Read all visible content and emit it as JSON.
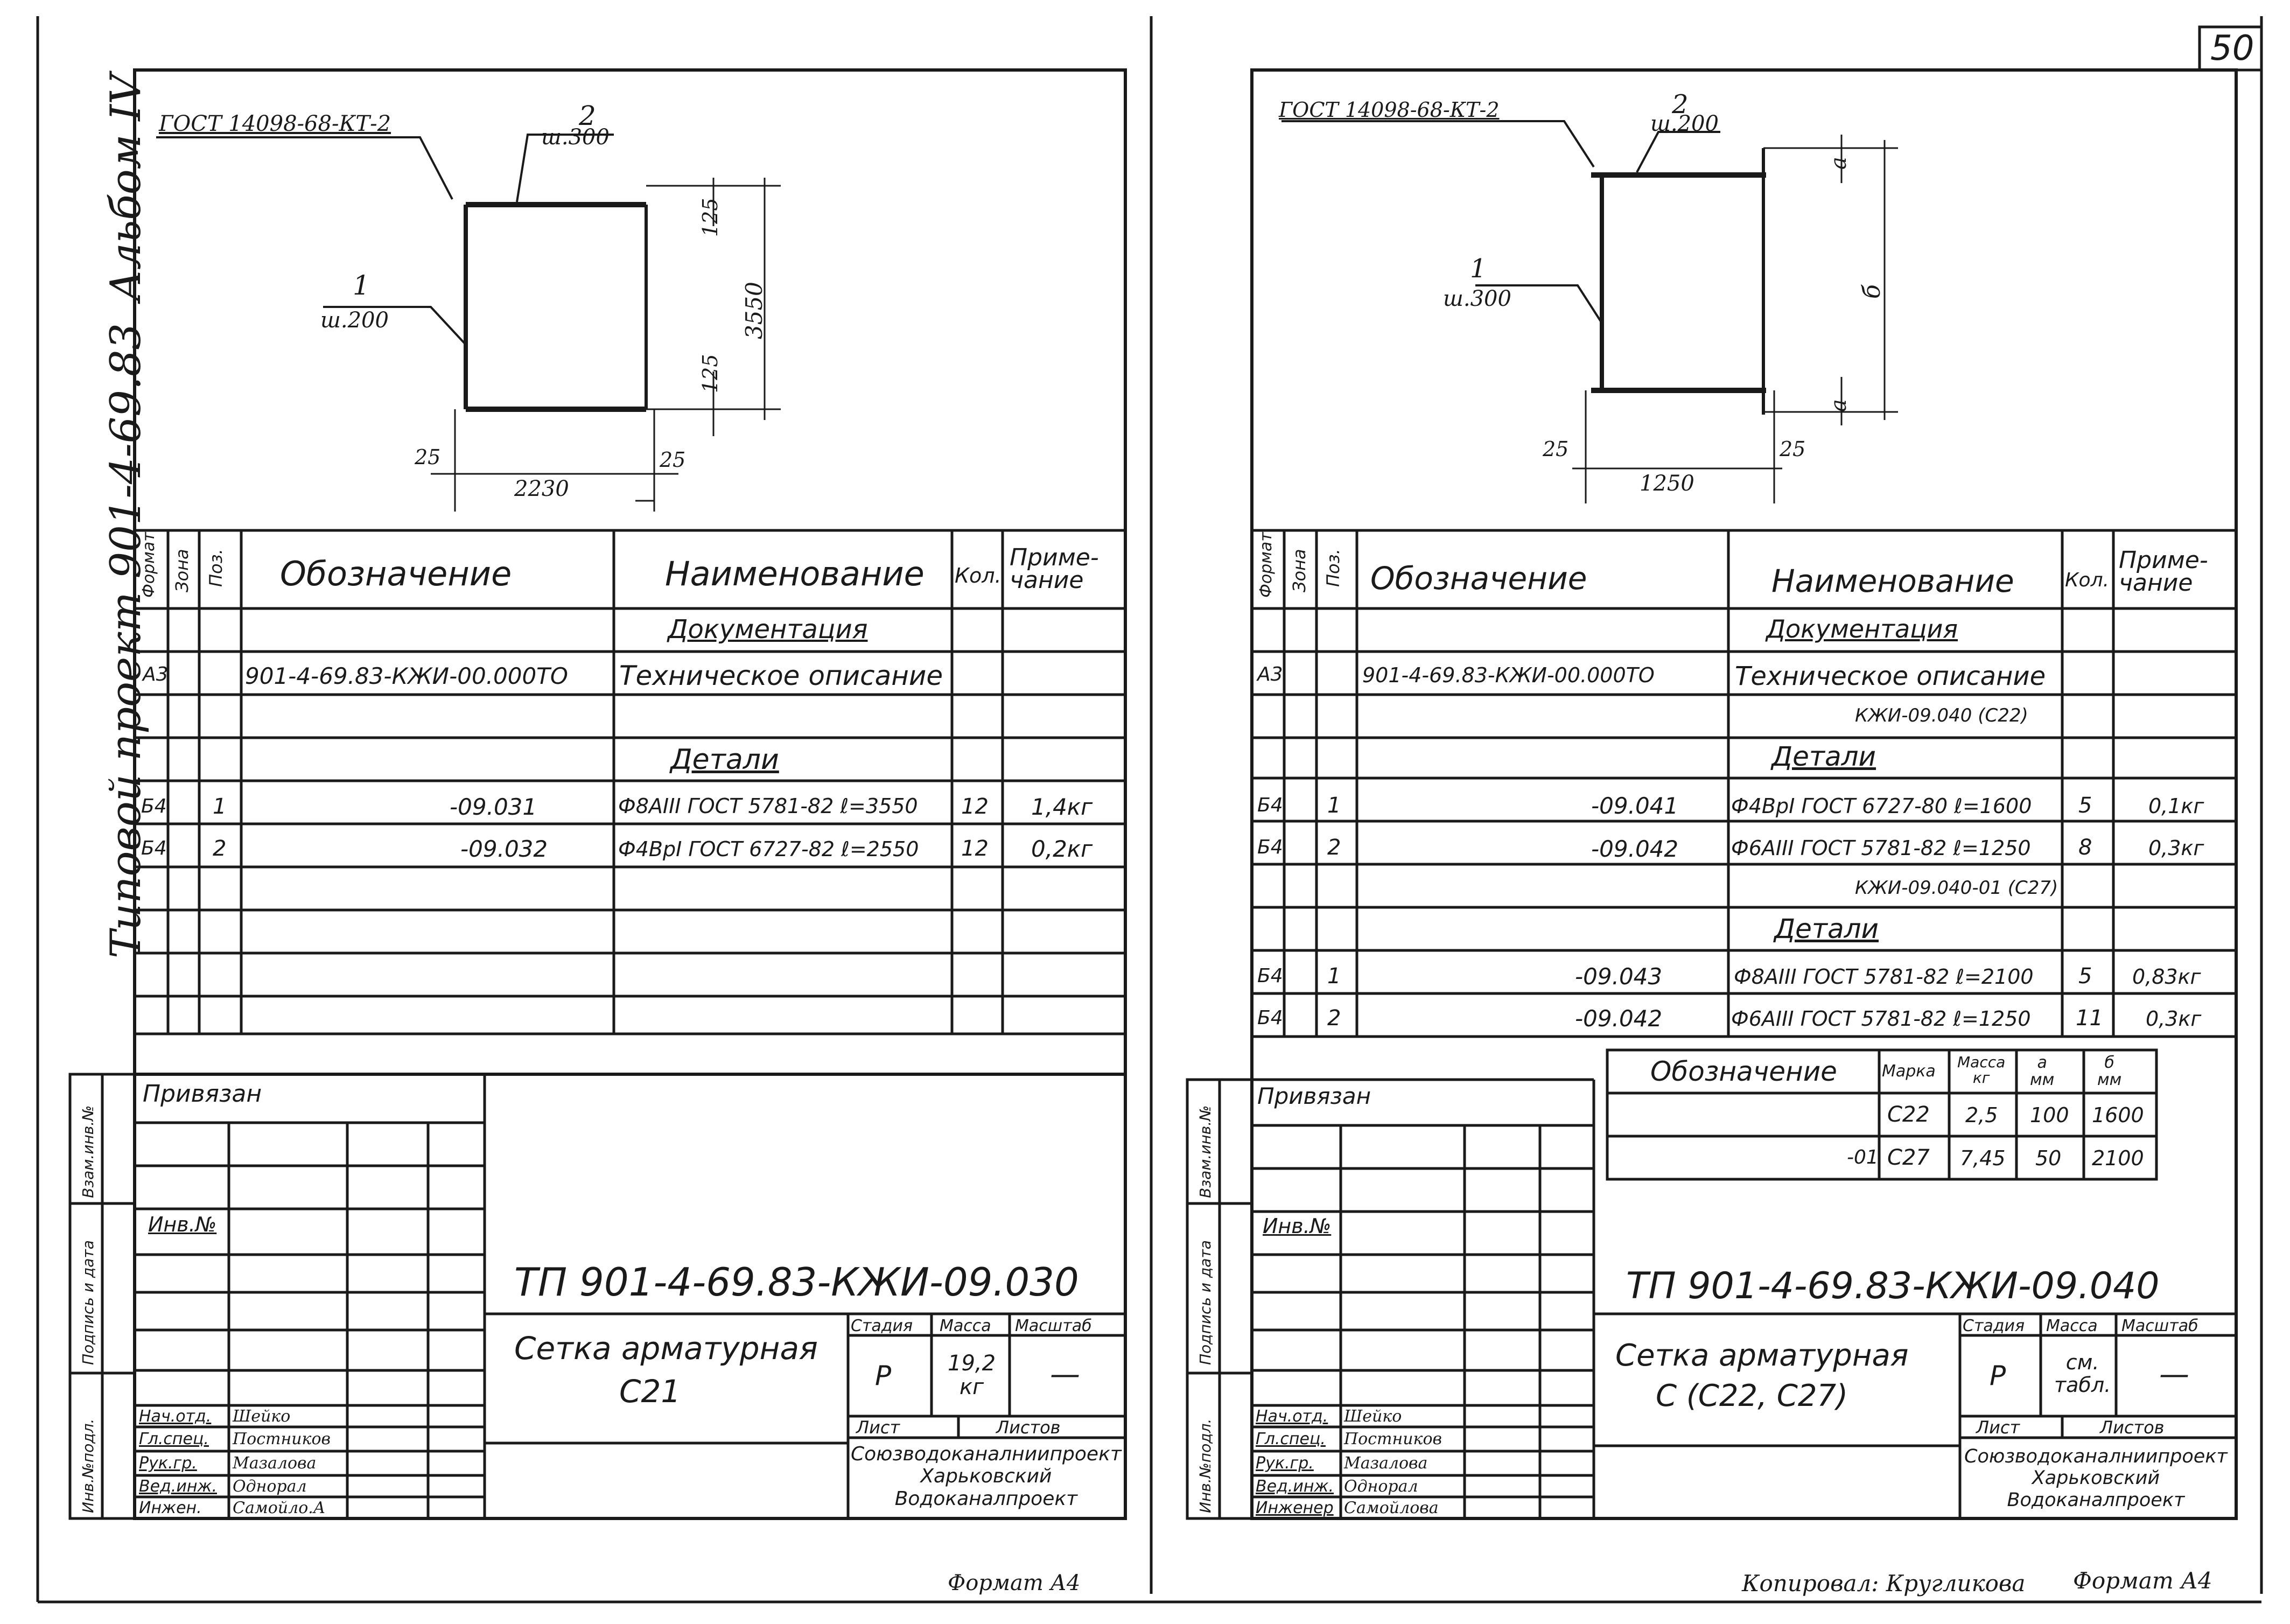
{
  "page_number": "50",
  "album_label": "Альбом IV",
  "vertical_project_label": "Типовой проект 901-4-69.83",
  "left_sheet": {
    "drawing": {
      "gost": "ГОСТ 14098-68-КТ-2",
      "pos2_num": "2",
      "pos2_step": "ш.300",
      "pos1_num": "1",
      "pos1_step": "ш.200",
      "dim_125_top": "125",
      "dim_3550": "3550",
      "dim_125_bottom": "125",
      "dim_25_left": "25",
      "dim_25_right": "25",
      "dim_2230": "2230"
    },
    "spec_headers": {
      "format": "Формат",
      "zone": "Зона",
      "pos": "Поз.",
      "designation": "Обозначение",
      "name": "Наименование",
      "qty": "Кол.",
      "note": "Приме-\nчание"
    },
    "rows": [
      {
        "format": "",
        "pos": "",
        "designation": "",
        "name": "Документация",
        "qty": "",
        "note": "",
        "underline": true
      },
      {
        "format": "А3",
        "pos": "",
        "designation": "901-4-69.83-КЖИ-00.000ТО",
        "name": "Техническое описание",
        "qty": "",
        "note": ""
      },
      {
        "format": "",
        "pos": "",
        "designation": "",
        "name": "Детали",
        "qty": "",
        "note": "",
        "underline": true
      },
      {
        "format": "Б4",
        "pos": "1",
        "designation": "-09.031",
        "name": "Ф8АIII ГОСТ 5781-82 ℓ=3550",
        "qty": "12",
        "note": "1,4кг"
      },
      {
        "format": "Б4",
        "pos": "2",
        "designation": "-09.032",
        "name": "Ф4ВрI ГОСТ 6727-82 ℓ=2550",
        "qty": "12",
        "note": "0,2кг"
      }
    ],
    "side_labels": {
      "inv_vzam": "Взам.инв.№",
      "sign_date": "Подпись и дата",
      "inv_podl": "Инв.№подл."
    },
    "privyazan": "Привязан",
    "inv_no": "Инв.№",
    "title_code": "ТП 901-4-69.83-КЖИ-09.030",
    "title_name_1": "Сетка арматурная",
    "title_name_2": "С21",
    "stage_header": "Стадия",
    "mass_header": "Масса",
    "scale_header": "Масштаб",
    "stage": "Р",
    "mass": "19,2\nкг",
    "scale": "—",
    "sheet_label": "Лист",
    "sheets_label": "Листов",
    "org": "Союзводоканалниипроект\nХарьковский\nВодоканалпроект",
    "signatures": [
      {
        "role": "Нач.отд.",
        "name": "Шейко"
      },
      {
        "role": "Гл.спец.",
        "name": "Постников"
      },
      {
        "role": "Рук.гр.",
        "name": "Мазалова"
      },
      {
        "role": "Вед.инж.",
        "name": "Однорал"
      },
      {
        "role": "Инжен.",
        "name": "Самойло.А"
      }
    ],
    "format_footer": "Формат А4"
  },
  "right_sheet": {
    "drawing": {
      "gost": "ГОСТ 14098-68-КТ-2",
      "pos2_num": "2",
      "pos2_step": "ш.200",
      "pos1_num": "1",
      "pos1_step": "ш.300",
      "dim_a_top": "а",
      "dim_b": "б",
      "dim_a_bottom": "а",
      "dim_25_left": "25",
      "dim_25_right": "25",
      "dim_1250": "1250"
    },
    "spec_headers": {
      "format": "Формат",
      "zone": "Зона",
      "pos": "Поз.",
      "designation": "Обозначение",
      "name": "Наименование",
      "qty": "Кол.",
      "note": "Приме-\nчание"
    },
    "rows": [
      {
        "format": "",
        "pos": "",
        "designation": "",
        "name": "Документация",
        "qty": "",
        "note": "",
        "underline": true
      },
      {
        "format": "А3",
        "pos": "",
        "designation": "901-4-69.83-КЖИ-00.000ТО",
        "name": "Техническое описание",
        "qty": "",
        "note": ""
      },
      {
        "format": "",
        "pos": "",
        "designation": "",
        "name": "КЖИ-09.040 (С22)",
        "qty": "",
        "note": "",
        "align": "right"
      },
      {
        "format": "",
        "pos": "",
        "designation": "",
        "name": "Детали",
        "qty": "",
        "note": "",
        "underline": true
      },
      {
        "format": "Б4",
        "pos": "1",
        "designation": "-09.041",
        "name": "Ф4ВрI ГОСТ 6727-80 ℓ=1600",
        "qty": "5",
        "note": "0,1кг"
      },
      {
        "format": "Б4",
        "pos": "2",
        "designation": "-09.042",
        "name": "Ф6АIII ГОСТ 5781-82 ℓ=1250",
        "qty": "8",
        "note": "0,3кг"
      },
      {
        "format": "",
        "pos": "",
        "designation": "",
        "name": "КЖИ-09.040-01 (С27)",
        "qty": "",
        "note": "",
        "align": "right"
      },
      {
        "format": "",
        "pos": "",
        "designation": "",
        "name": "Детали",
        "qty": "",
        "note": "",
        "underline": true
      },
      {
        "format": "Б4",
        "pos": "1",
        "designation": "-09.043",
        "name": "Ф8АIII ГОСТ 5781-82 ℓ=2100",
        "qty": "5",
        "note": "0,83кг"
      },
      {
        "format": "Б4",
        "pos": "2",
        "designation": "-09.042",
        "name": "Ф6АIII ГОСТ 5781-82 ℓ=1250",
        "qty": "11",
        "note": "0,3кг"
      }
    ],
    "variants_table": {
      "headers": [
        "Обозначение",
        "Марка",
        "Масса\nкг",
        "а\nмм",
        "б\nмм"
      ],
      "rows": [
        [
          "",
          "С22",
          "2,5",
          "100",
          "1600"
        ],
        [
          "-01",
          "С27",
          "7,45",
          "50",
          "2100"
        ]
      ]
    },
    "side_labels": {
      "inv_vzam": "Взам.инв.№",
      "sign_date": "Подпись и дата",
      "inv_podl": "Инв.№подл."
    },
    "privyazan": "Привязан",
    "inv_no": "Инв.№",
    "title_code": "ТП 901-4-69.83-КЖИ-09.040",
    "title_name_1": "Сетка арматурная",
    "title_name_2": "С (С22, С27)",
    "stage_header": "Стадия",
    "mass_header": "Масса",
    "scale_header": "Масштаб",
    "stage": "Р",
    "mass": "см.\nтабл.",
    "scale": "—",
    "sheet_label": "Лист",
    "sheets_label": "Листов",
    "org": "Союзводоканалниипроект\nХарьковский\nВодоканалпроект",
    "signatures": [
      {
        "role": "Нач.отд.",
        "name": "Шейко"
      },
      {
        "role": "Гл.спец.",
        "name": "Постников"
      },
      {
        "role": "Рук.гр.",
        "name": "Мазалова"
      },
      {
        "role": "Вед.инж.",
        "name": "Однорал"
      },
      {
        "role": "Инженер",
        "name": "Самойлова"
      }
    ],
    "copied_by": "Копировал: Кругликова",
    "format_footer": "Формат А4"
  }
}
